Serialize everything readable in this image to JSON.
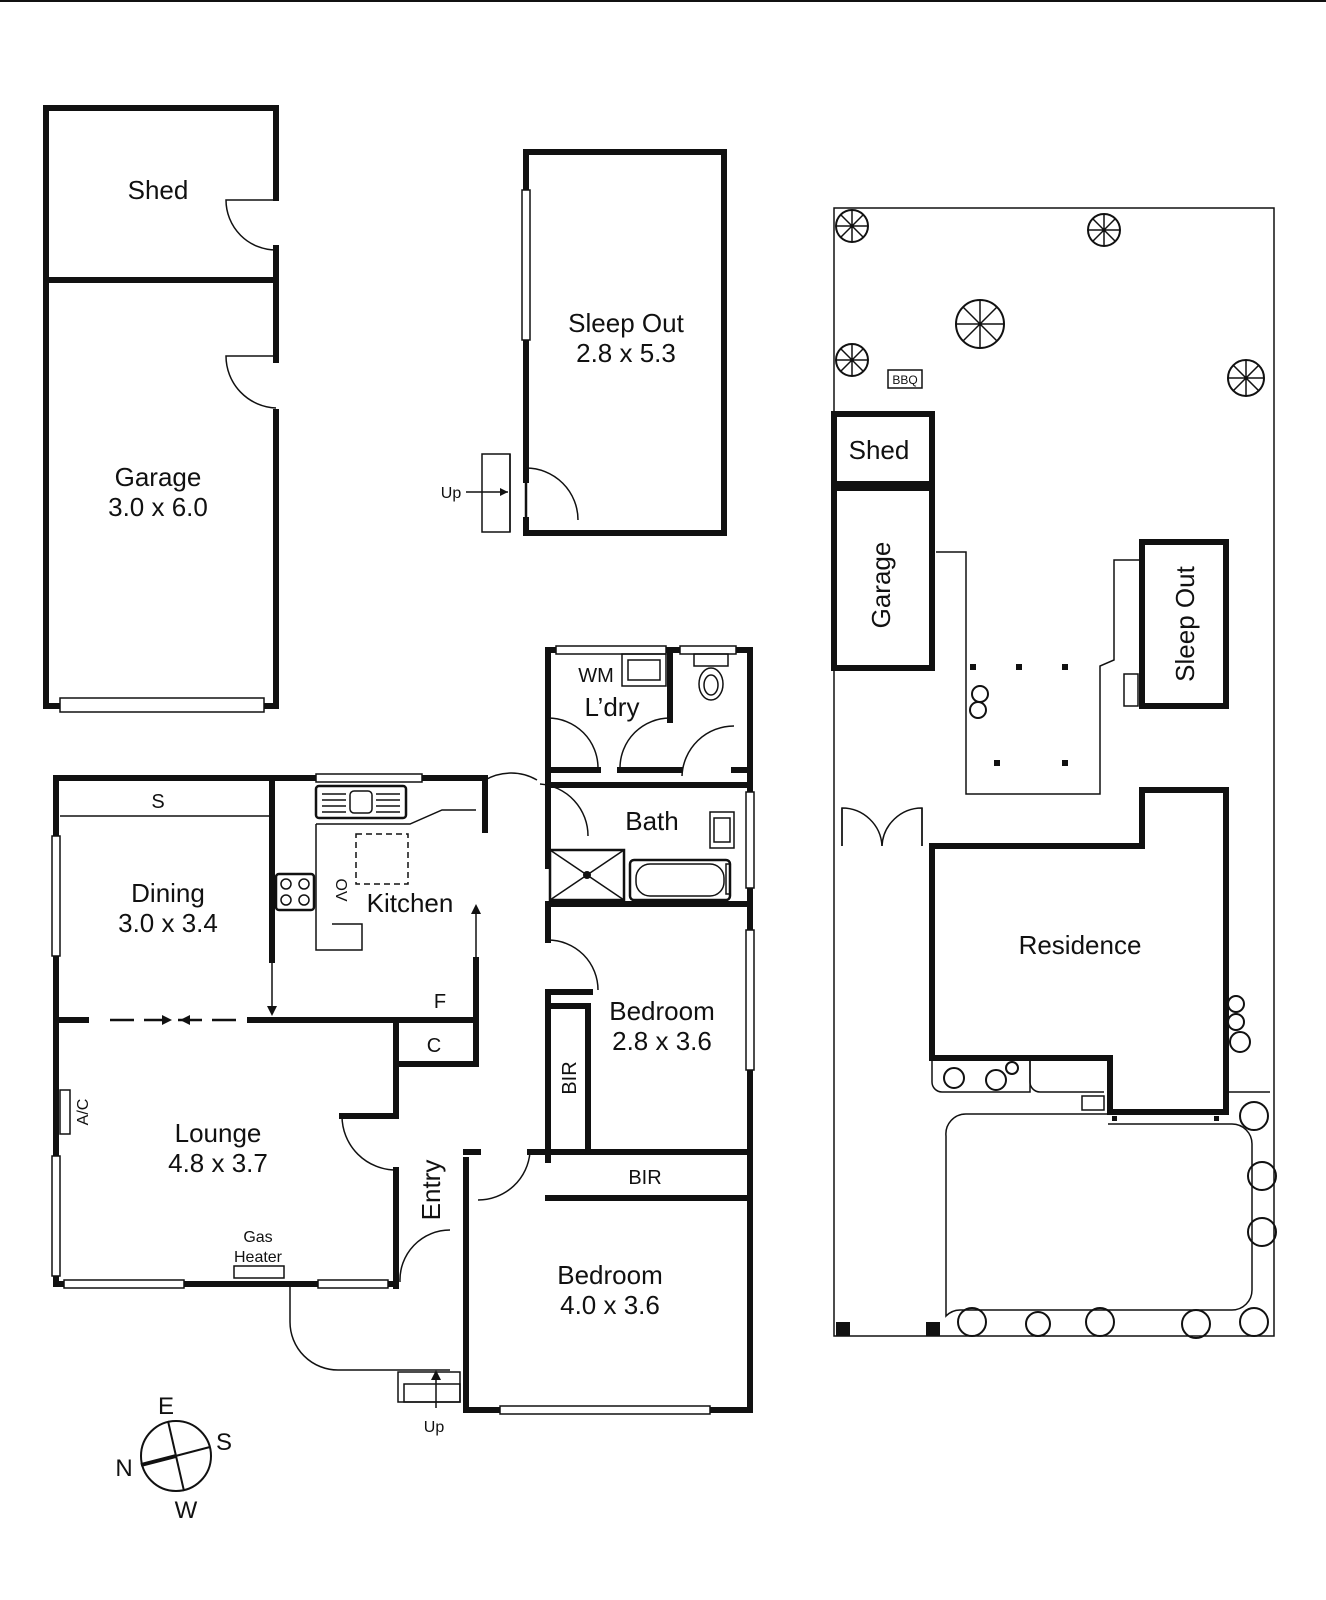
{
  "plan": {
    "shed": "Shed",
    "sleepout": {
      "name": "Sleep Out",
      "size": "2.8 x 5.3"
    },
    "up_sleepout": "Up",
    "garage": {
      "name": "Garage",
      "size": "3.0 x 6.0"
    },
    "laundry": "L’dry",
    "wm": "WM",
    "bath": "Bath",
    "dining": {
      "name": "Dining",
      "size": "3.0 x 3.4"
    },
    "kitchen": "Kitchen",
    "ov": "OV",
    "s": "S",
    "f": "F",
    "c": "C",
    "lounge": {
      "name": "Lounge",
      "size": "4.8 x 3.7"
    },
    "ac": "A/C",
    "gas_heater": [
      "Gas",
      "Heater"
    ],
    "entry": "Entry",
    "bed1": {
      "name": "Bedroom",
      "size": "2.8 x 3.6"
    },
    "bir1": "BIR",
    "bir2": "BIR",
    "bed2": {
      "name": "Bedroom",
      "size": "4.0 x 3.6"
    },
    "up_entry": "Up"
  },
  "site": {
    "shed": "Shed",
    "garage": "Garage",
    "sleepout": "Sleep Out",
    "residence": "Residence",
    "bbq": "BBQ"
  },
  "compass": {
    "n": "N",
    "e": "E",
    "s": "S",
    "w": "W"
  },
  "icons": [
    "tree-icon",
    "stove-icon",
    "sink-icon",
    "toilet-icon",
    "bathtub-icon",
    "shower-icon",
    "compass-icon"
  ]
}
